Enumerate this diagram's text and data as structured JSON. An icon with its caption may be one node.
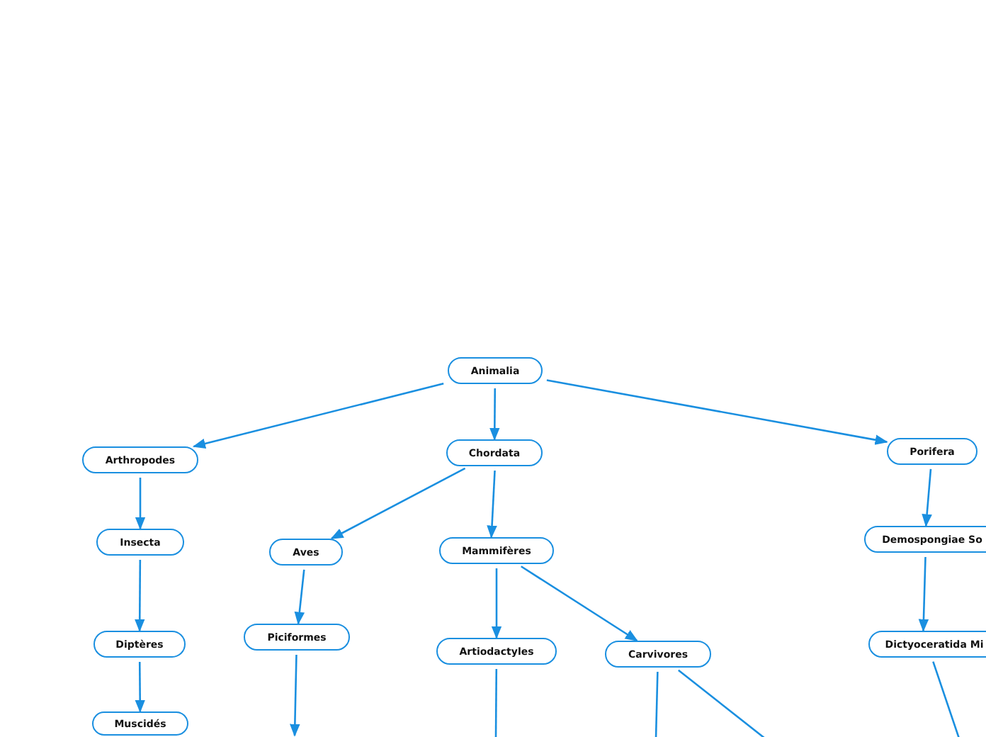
{
  "diagram": {
    "nodes": [
      {
        "text": [
          "Animalia"
        ]
      },
      {
        "text": [
          "Arthropodes"
        ]
      },
      {
        "text": [
          "Chordata"
        ]
      },
      {
        "text": [
          "Porifera"
        ]
      },
      {
        "text": [
          "Insecta"
        ]
      },
      {
        "text": [
          "Aves"
        ]
      },
      {
        "text": [
          "Mammifères"
        ]
      },
      {
        "text": [
          "Demospongiae So"
        ]
      },
      {
        "text": [
          "Piciformes"
        ]
      },
      {
        "text": [
          "Diptères"
        ]
      },
      {
        "text": [
          "Artiodactyles"
        ]
      },
      {
        "text": [
          "Carvivores"
        ]
      },
      {
        "text": [
          "Dictyoceratida Mi"
        ]
      },
      {
        "text": [
          "Muscidés"
        ]
      }
    ],
    "edges": [
      {
        "from": 0,
        "to": 1,
        "arrow": "to"
      },
      {
        "from": 0,
        "to": 2,
        "arrow": "to"
      },
      {
        "from": 0,
        "to": 3,
        "arrow": "to"
      },
      {
        "from": 1,
        "to": 4,
        "arrow": "to"
      },
      {
        "from": 4,
        "to": 9,
        "arrow": "to"
      },
      {
        "from": 9,
        "to": 13,
        "arrow": "to"
      },
      {
        "from": 2,
        "to": 5,
        "arrow": "to"
      },
      {
        "from": 2,
        "to": 6,
        "arrow": "to"
      },
      {
        "from": 5,
        "to": 8,
        "arrow": "to"
      },
      {
        "from": 6,
        "to": 10,
        "arrow": "to"
      },
      {
        "from": 6,
        "to": 11,
        "arrow": "to"
      },
      {
        "from": 3,
        "to": 7,
        "arrow": "to"
      },
      {
        "from": 7,
        "to": 12,
        "arrow": "to"
      },
      {
        "from": 8,
        "to": null,
        "arrow": "to"
      },
      {
        "from": 10,
        "to": null,
        "arrow": "none"
      },
      {
        "from": 11,
        "to": null,
        "arrow": "none"
      },
      {
        "from": 11,
        "to": null,
        "arrow": "none"
      },
      {
        "from": 12,
        "to": null,
        "arrow": "none"
      }
    ]
  }
}
